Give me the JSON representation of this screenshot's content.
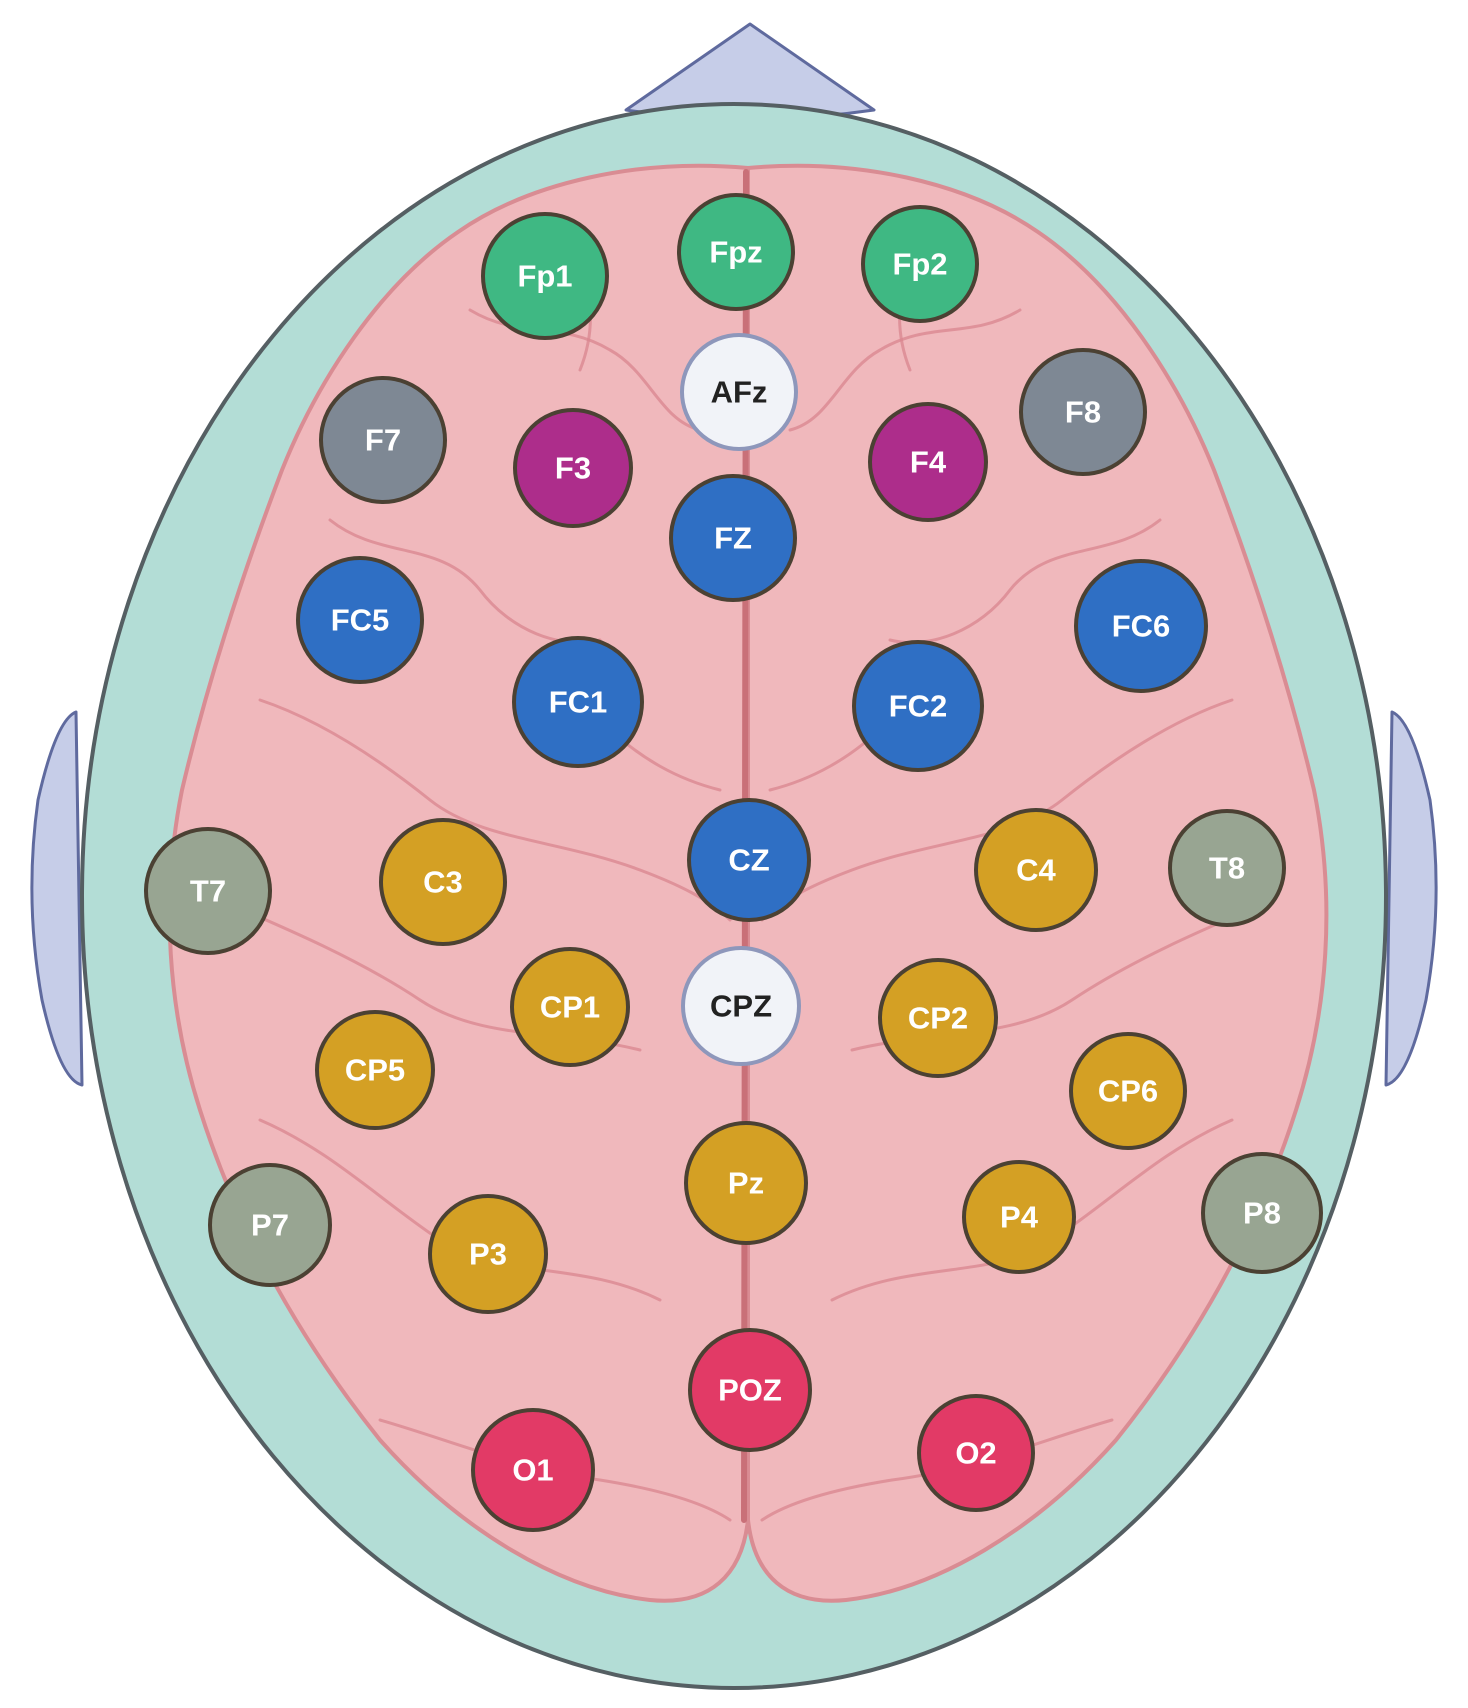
{
  "colors": {
    "background": "#ffffff",
    "head_fill": "#b3ddd6",
    "head_stroke": "#555f63",
    "nose_ear_fill": "#c6cde8",
    "nose_ear_stroke": "#5f6a9e",
    "brain_fill": "#f0b8bc",
    "brain_stroke": "#d98c93",
    "electrode_stroke": "#4b4133",
    "label_light": "#ffffff",
    "label_dark": "#222222"
  },
  "electrodes": [
    {
      "label": "Fp1",
      "group": "prefrontal",
      "fill": "#3fb883",
      "text": "light"
    },
    {
      "label": "Fpz",
      "group": "prefrontal",
      "fill": "#3fb883",
      "text": "light"
    },
    {
      "label": "Fp2",
      "group": "prefrontal",
      "fill": "#3fb883",
      "text": "light"
    },
    {
      "label": "AFz",
      "group": "reference",
      "fill": "#f1f3f8",
      "text": "dark"
    },
    {
      "label": "F7",
      "group": "frontal-lateral",
      "fill": "#7e8894",
      "text": "light"
    },
    {
      "label": "F3",
      "group": "frontal",
      "fill": "#ad2d8b",
      "text": "light"
    },
    {
      "label": "F4",
      "group": "frontal",
      "fill": "#ad2d8b",
      "text": "light"
    },
    {
      "label": "F8",
      "group": "frontal-lateral",
      "fill": "#7e8894",
      "text": "light"
    },
    {
      "label": "FZ",
      "group": "frontocentral",
      "fill": "#2f6fc4",
      "text": "light"
    },
    {
      "label": "FC5",
      "group": "frontocentral",
      "fill": "#2f6fc4",
      "text": "light"
    },
    {
      "label": "FC6",
      "group": "frontocentral",
      "fill": "#2f6fc4",
      "text": "light"
    },
    {
      "label": "FC1",
      "group": "frontocentral",
      "fill": "#2f6fc4",
      "text": "light"
    },
    {
      "label": "FC2",
      "group": "frontocentral",
      "fill": "#2f6fc4",
      "text": "light"
    },
    {
      "label": "CZ",
      "group": "frontocentral",
      "fill": "#2f6fc4",
      "text": "light"
    },
    {
      "label": "T7",
      "group": "temporal",
      "fill": "#98a592",
      "text": "light"
    },
    {
      "label": "T8",
      "group": "temporal",
      "fill": "#98a592",
      "text": "light"
    },
    {
      "label": "C3",
      "group": "centroparietal",
      "fill": "#d4a024",
      "text": "light"
    },
    {
      "label": "C4",
      "group": "centroparietal",
      "fill": "#d4a024",
      "text": "light"
    },
    {
      "label": "CPZ",
      "group": "reference",
      "fill": "#f1f3f8",
      "text": "dark"
    },
    {
      "label": "CP1",
      "group": "centroparietal",
      "fill": "#d4a024",
      "text": "light"
    },
    {
      "label": "CP2",
      "group": "centroparietal",
      "fill": "#d4a024",
      "text": "light"
    },
    {
      "label": "CP5",
      "group": "centroparietal",
      "fill": "#d4a024",
      "text": "light"
    },
    {
      "label": "CP6",
      "group": "centroparietal",
      "fill": "#d4a024",
      "text": "light"
    },
    {
      "label": "Pz",
      "group": "centroparietal",
      "fill": "#d4a024",
      "text": "light"
    },
    {
      "label": "P3",
      "group": "centroparietal",
      "fill": "#d4a024",
      "text": "light"
    },
    {
      "label": "P4",
      "group": "centroparietal",
      "fill": "#d4a024",
      "text": "light"
    },
    {
      "label": "P7",
      "group": "temporal",
      "fill": "#98a592",
      "text": "light"
    },
    {
      "label": "P8",
      "group": "temporal",
      "fill": "#98a592",
      "text": "light"
    },
    {
      "label": "POZ",
      "group": "occipital",
      "fill": "#e23a66",
      "text": "light"
    },
    {
      "label": "O1",
      "group": "occipital",
      "fill": "#e23a66",
      "text": "light"
    },
    {
      "label": "O2",
      "group": "occipital",
      "fill": "#e23a66",
      "text": "light"
    }
  ]
}
